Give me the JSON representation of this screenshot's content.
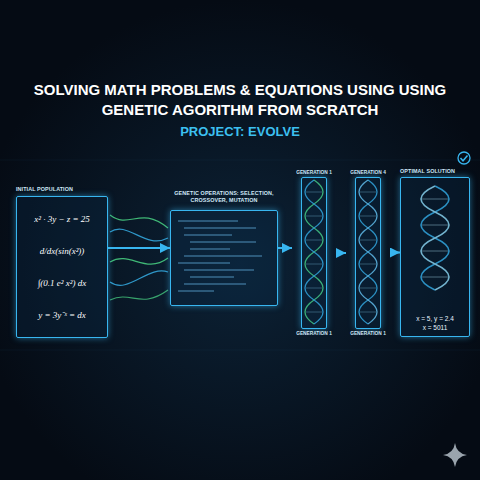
{
  "diagram": {
    "title": "SOLVING MATH PROBLEMS & EQUATIONS USING USING GENETIC AGORITHM FROM SCRATCH",
    "nodes": [
      {
        "text": [
          "INITIAL POPULATION",
          "x² · 3y − z = 25",
          "d/dx(sin(x²))",
          "∫(0.1 e² x²) dx",
          "y = 3y⁻ˣ = dx"
        ]
      },
      {
        "text": [
          "GENETIC OPERATIONS: SELECTION, CROSSOVER, MUTATION"
        ]
      },
      {
        "text": [
          "GENERATION 1",
          "GENERATION 1"
        ]
      },
      {
        "text": [
          "GENERATION 4",
          "GENERATION 1"
        ]
      },
      {
        "text": [
          "OPTIMAL SOLUTION",
          "x = 5, y = 2.4",
          "x = 5011"
        ]
      }
    ],
    "edges": [
      {
        "from": 0,
        "to": 1,
        "arrow": "to"
      },
      {
        "from": 1,
        "to": 2,
        "arrow": "to"
      },
      {
        "from": 2,
        "to": 3,
        "arrow": "to"
      },
      {
        "from": 3,
        "to": 4,
        "arrow": "to"
      }
    ],
    "labels": [
      "PROJECT: EVOLVE"
    ]
  }
}
